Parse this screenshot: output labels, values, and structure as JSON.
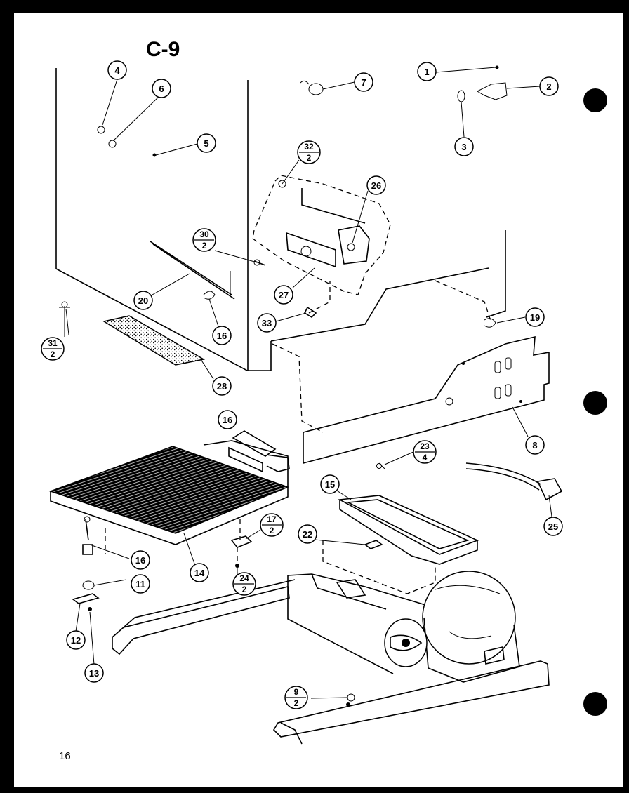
{
  "title": "C-9",
  "page_number": "16",
  "callouts": [
    {
      "id": "c1",
      "label": "1"
    },
    {
      "id": "c2",
      "label": "2"
    },
    {
      "id": "c3",
      "label": "3"
    },
    {
      "id": "c4",
      "label": "4"
    },
    {
      "id": "c5",
      "label": "5"
    },
    {
      "id": "c6",
      "label": "6"
    },
    {
      "id": "c7",
      "label": "7"
    },
    {
      "id": "c8",
      "label": "8"
    },
    {
      "id": "c11",
      "label": "11"
    },
    {
      "id": "c12",
      "label": "12"
    },
    {
      "id": "c13",
      "label": "13"
    },
    {
      "id": "c14",
      "label": "14"
    },
    {
      "id": "c15",
      "label": "15"
    },
    {
      "id": "c16a",
      "label": "16"
    },
    {
      "id": "c16b",
      "label": "16"
    },
    {
      "id": "c16c",
      "label": "16"
    },
    {
      "id": "c19",
      "label": "19"
    },
    {
      "id": "c20",
      "label": "20"
    },
    {
      "id": "c22",
      "label": "22"
    },
    {
      "id": "c25",
      "label": "25"
    },
    {
      "id": "c26",
      "label": "26"
    },
    {
      "id": "c27",
      "label": "27"
    },
    {
      "id": "c28",
      "label": "28"
    },
    {
      "id": "c33",
      "label": "33"
    }
  ],
  "fraction_callouts": [
    {
      "id": "f32",
      "top": "32",
      "bottom": "2"
    },
    {
      "id": "f30",
      "top": "30",
      "bottom": "2"
    },
    {
      "id": "f31",
      "top": "31",
      "bottom": "2"
    },
    {
      "id": "f23",
      "top": "23",
      "bottom": "4"
    },
    {
      "id": "f17",
      "top": "17",
      "bottom": "2"
    },
    {
      "id": "f24",
      "top": "24",
      "bottom": "2"
    },
    {
      "id": "f9",
      "top": "9",
      "bottom": "2"
    }
  ],
  "binder_holes": 3
}
